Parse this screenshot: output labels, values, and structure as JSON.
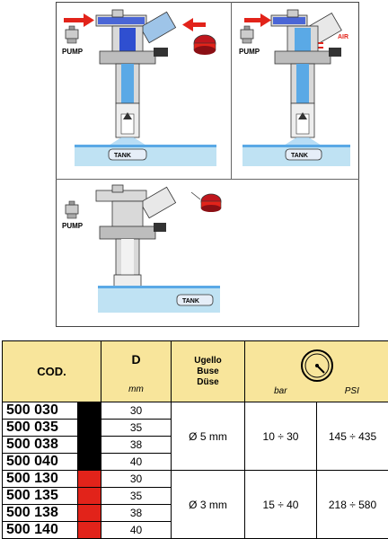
{
  "diagram": {
    "panel1": {
      "pump_label": "PUMP",
      "tank_label": "TANK"
    },
    "panel2": {
      "pump_label": "PUMP",
      "tank_label": "TANK",
      "air_label": "AIR"
    },
    "panel3": {
      "pump_label": "PUMP",
      "tank_label": "TANK"
    }
  },
  "table": {
    "headers": {
      "cod": "COD.",
      "d": "D",
      "d_unit": "mm",
      "nozzle_lines": [
        "Ugello",
        "Buse",
        "Düse"
      ],
      "pressure_bar": "bar",
      "pressure_psi": "PSI"
    },
    "groups": [
      {
        "nozzle": "Ø 5 mm",
        "bar": "10 ÷ 30",
        "psi": "145 ÷ 435",
        "swatch_color": "#000000",
        "rows": [
          {
            "code": "500 030",
            "d": "30"
          },
          {
            "code": "500 035",
            "d": "35"
          },
          {
            "code": "500 038",
            "d": "38"
          },
          {
            "code": "500 040",
            "d": "40"
          }
        ]
      },
      {
        "nozzle": "Ø 3 mm",
        "bar": "15 ÷ 40",
        "psi": "218 ÷ 580",
        "swatch_color": "#e2231a",
        "rows": [
          {
            "code": "500 130",
            "d": "30"
          },
          {
            "code": "500 135",
            "d": "35"
          },
          {
            "code": "500 138",
            "d": "38"
          },
          {
            "code": "500 140",
            "d": "40"
          }
        ]
      }
    ]
  },
  "colors": {
    "header_bg": "#f8e59b",
    "water": "#5aa9e6",
    "tank_water": "#bfe2f3",
    "flow_blue": "#2f4fd0",
    "arrow_red": "#e2231a",
    "air_red": "#e2231a"
  }
}
